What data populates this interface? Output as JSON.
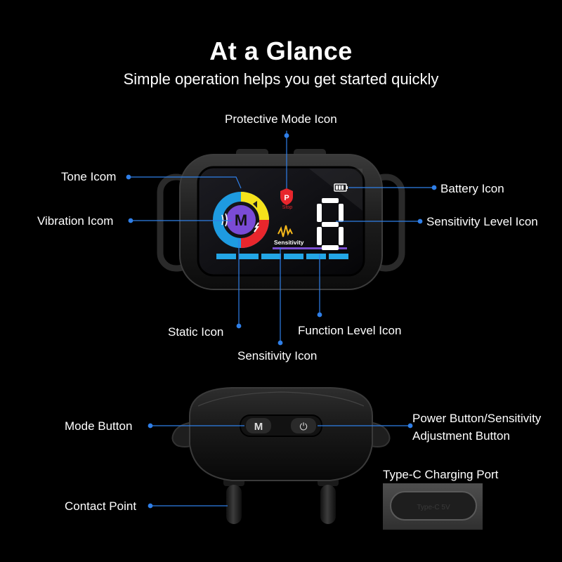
{
  "title": "At a Glance",
  "subtitle": "Simple operation helps you get started quickly",
  "labels": {
    "protective_mode": "Protective Mode Icon",
    "tone": "Tone Icom",
    "vibration": "Vibration Icom",
    "battery": "Battery Icon",
    "sensitivity_level": "Sensitivity Level Icon",
    "static": "Static Icon",
    "function_level": "Function Level Icon",
    "sensitivity": "Sensitivity Icon",
    "mode_button": "Mode Button",
    "power_button_line1": "Power Button/Sensitivity",
    "power_button_line2": "Adjustment Button",
    "type_c": "Type-C Charging Port",
    "contact_point": "Contact Point"
  },
  "screen": {
    "mode_letter": "M",
    "stop_letter": "P",
    "stop_text": "Stop",
    "sensitivity_text": "Sensitivity",
    "digit": "8",
    "function_segments": 6
  },
  "buttons": {
    "mode_label": "M",
    "power_symbol": "⏻"
  },
  "port_text": "Type-C 5V",
  "colors": {
    "accent_blue": "#2f7fe8",
    "tone_yellow": "#f5e21b",
    "vibration_purple": "#7a4bd6",
    "static_red": "#e8262c",
    "ring_blue": "#1e9be0",
    "segment_blue": "#23a6e6",
    "sensitivity_line": "#7b4fd0"
  }
}
